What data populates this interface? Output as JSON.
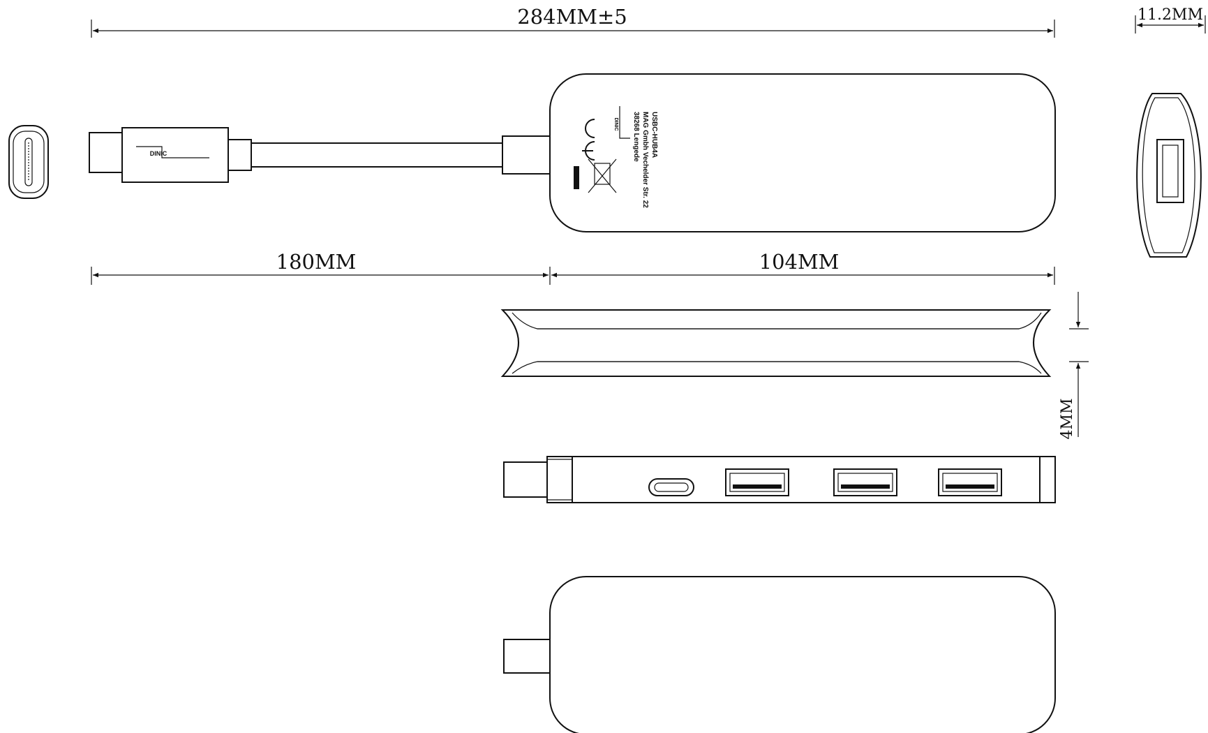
{
  "dimensions": {
    "total_length": "284MM±5",
    "side_thickness": "11.2MM",
    "cable_length": "180MM",
    "hub_length": "104MM",
    "edge_height": "4MM"
  },
  "labels": {
    "logo": "DINIC",
    "product_label_lines": [
      "USBC-HUB4A",
      "MAG Gmbh Vechelder Str. 22",
      "38268 Lengede"
    ]
  }
}
